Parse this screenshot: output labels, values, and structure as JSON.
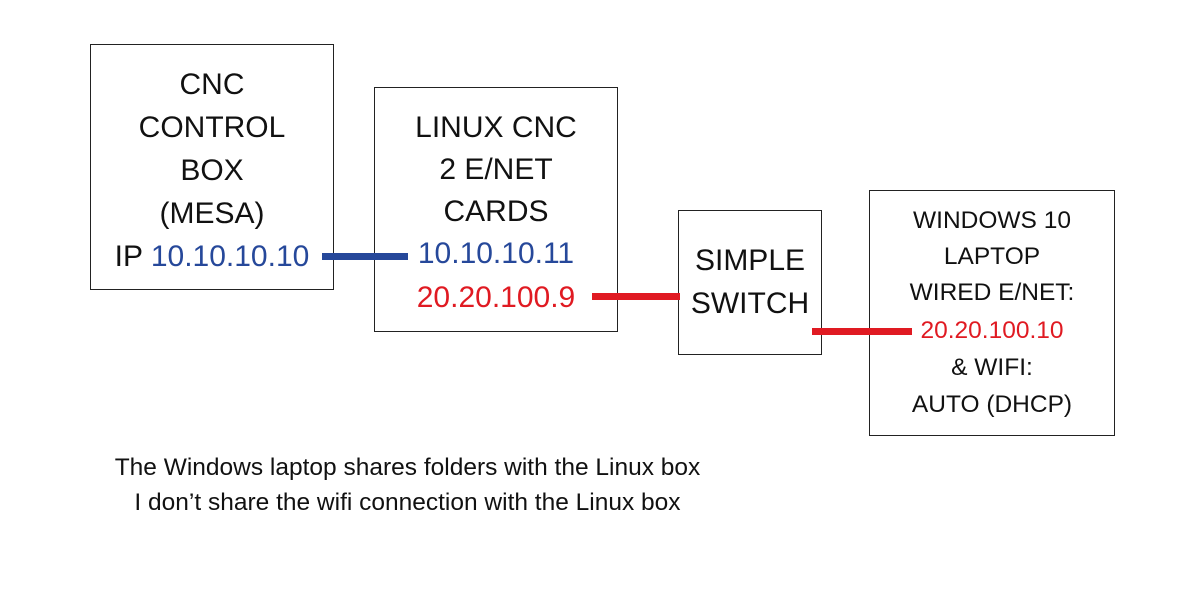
{
  "colors": {
    "ip_blue": "#26489a",
    "ip_red": "#e01a22",
    "border": "#222222"
  },
  "boxes": {
    "cnc_control": {
      "lines": [
        "CNC",
        "CONTROL",
        "BOX",
        "(MESA)"
      ],
      "ip_prefix": "IP",
      "ip": "10.10.10.10"
    },
    "linux_cnc": {
      "lines": [
        "LINUX CNC",
        "2 E/NET",
        "CARDS"
      ],
      "ip_1": "10.10.10.11",
      "ip_2": "20.20.100.9"
    },
    "switch": {
      "lines": [
        "SIMPLE",
        "SWITCH"
      ]
    },
    "windows_laptop": {
      "lines": [
        "WINDOWS 10",
        "LAPTOP",
        "WIRED E/NET:"
      ],
      "ip": "20.20.100.10",
      "tail_lines": [
        "& WIFI:",
        "AUTO (DHCP)"
      ]
    }
  },
  "captions": [
    "The Windows laptop shares folders with the Linux box",
    "I don’t share the wifi connection with the Linux box"
  ]
}
